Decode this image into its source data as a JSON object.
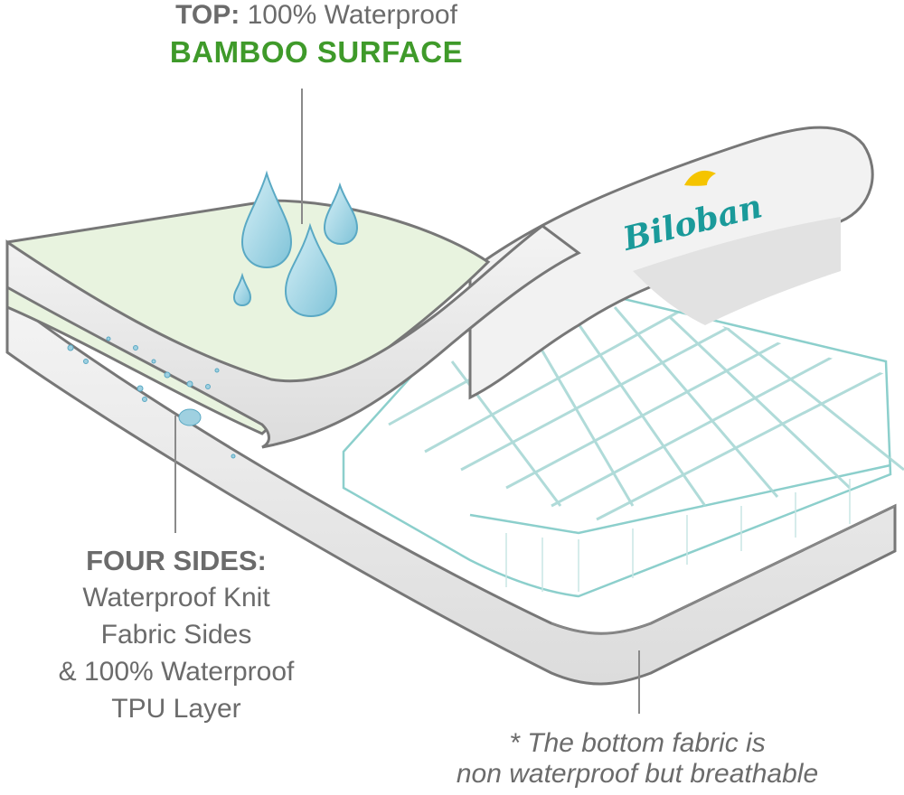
{
  "top_callout": {
    "prefix": "TOP:",
    "text": "100% Waterproof",
    "highlight": "BAMBOO SURFACE"
  },
  "sides_callout": {
    "heading": "FOUR SIDES:",
    "lines": [
      "Waterproof Knit",
      "Fabric Sides",
      "& 100% Waterproof",
      "TPU Layer"
    ]
  },
  "bottom_note": {
    "lines": [
      "* The bottom fabric is",
      "non waterproof but breathable"
    ]
  },
  "brand": {
    "logo_text": "Biloban"
  },
  "colors": {
    "top_surface": "#e8f3df",
    "highlight_green": "#3f9a2a",
    "label_gray": "#6b6b6b",
    "logo_teal": "#1a9a9a",
    "logo_yellow": "#f5c400",
    "quilt_line": "#9fd2d0"
  }
}
